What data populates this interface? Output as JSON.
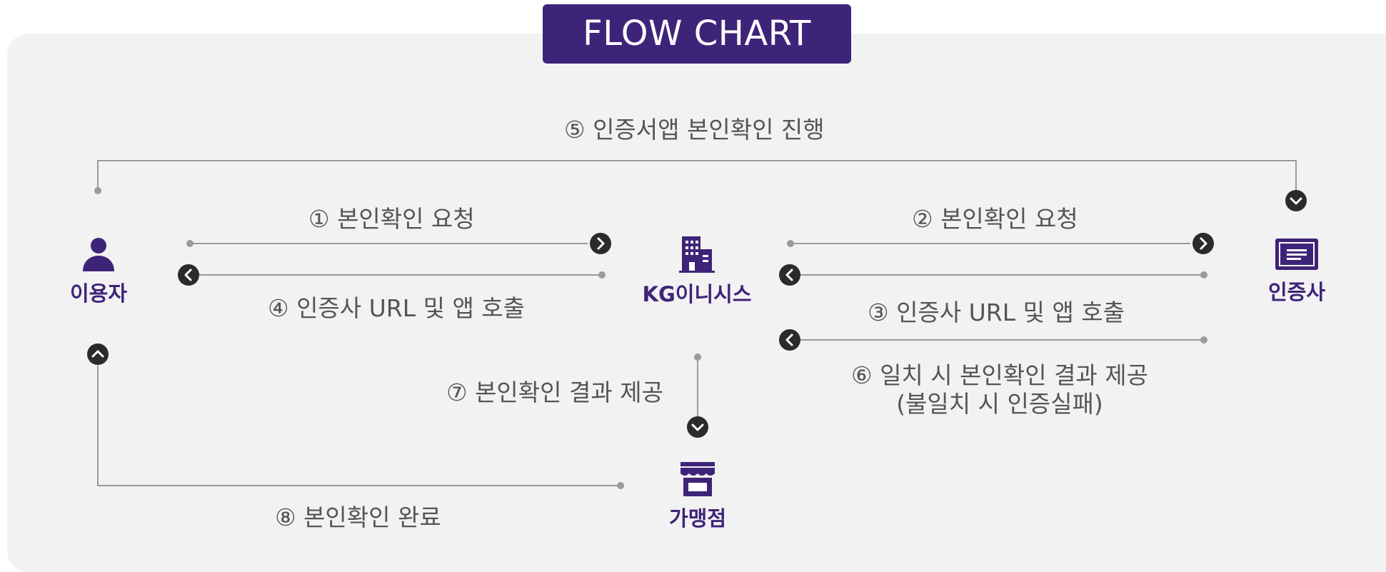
{
  "title": "FLOW CHART",
  "nodes": {
    "user": "이용자",
    "kg": "KG이니시스",
    "cert": "인증사",
    "merchant": "가맹점"
  },
  "steps": {
    "s1": "① 본인확인 요청",
    "s2": "② 본인확인 요청",
    "s3": "③ 인증사 URL 및 앱 호출",
    "s4": "④ 인증사 URL 및 앱 호출",
    "s5": "⑤ 인증서앱 본인확인 진행",
    "s6_line1": "⑥ 일치 시 본인확인 결과 제공",
    "s6_line2": "(불일치 시 인증실패)",
    "s7": "⑦ 본인확인 결과 제공",
    "s8": "⑧ 본인확인 완료"
  },
  "icons": {
    "user": "person-icon",
    "kg": "building-icon",
    "cert": "certificate-icon",
    "merchant": "store-icon"
  },
  "colors": {
    "accent": "#3e2479",
    "line": "#9a9a9a",
    "arrow_circle": "#2b2b2b",
    "panel": "#f2f2f2"
  }
}
